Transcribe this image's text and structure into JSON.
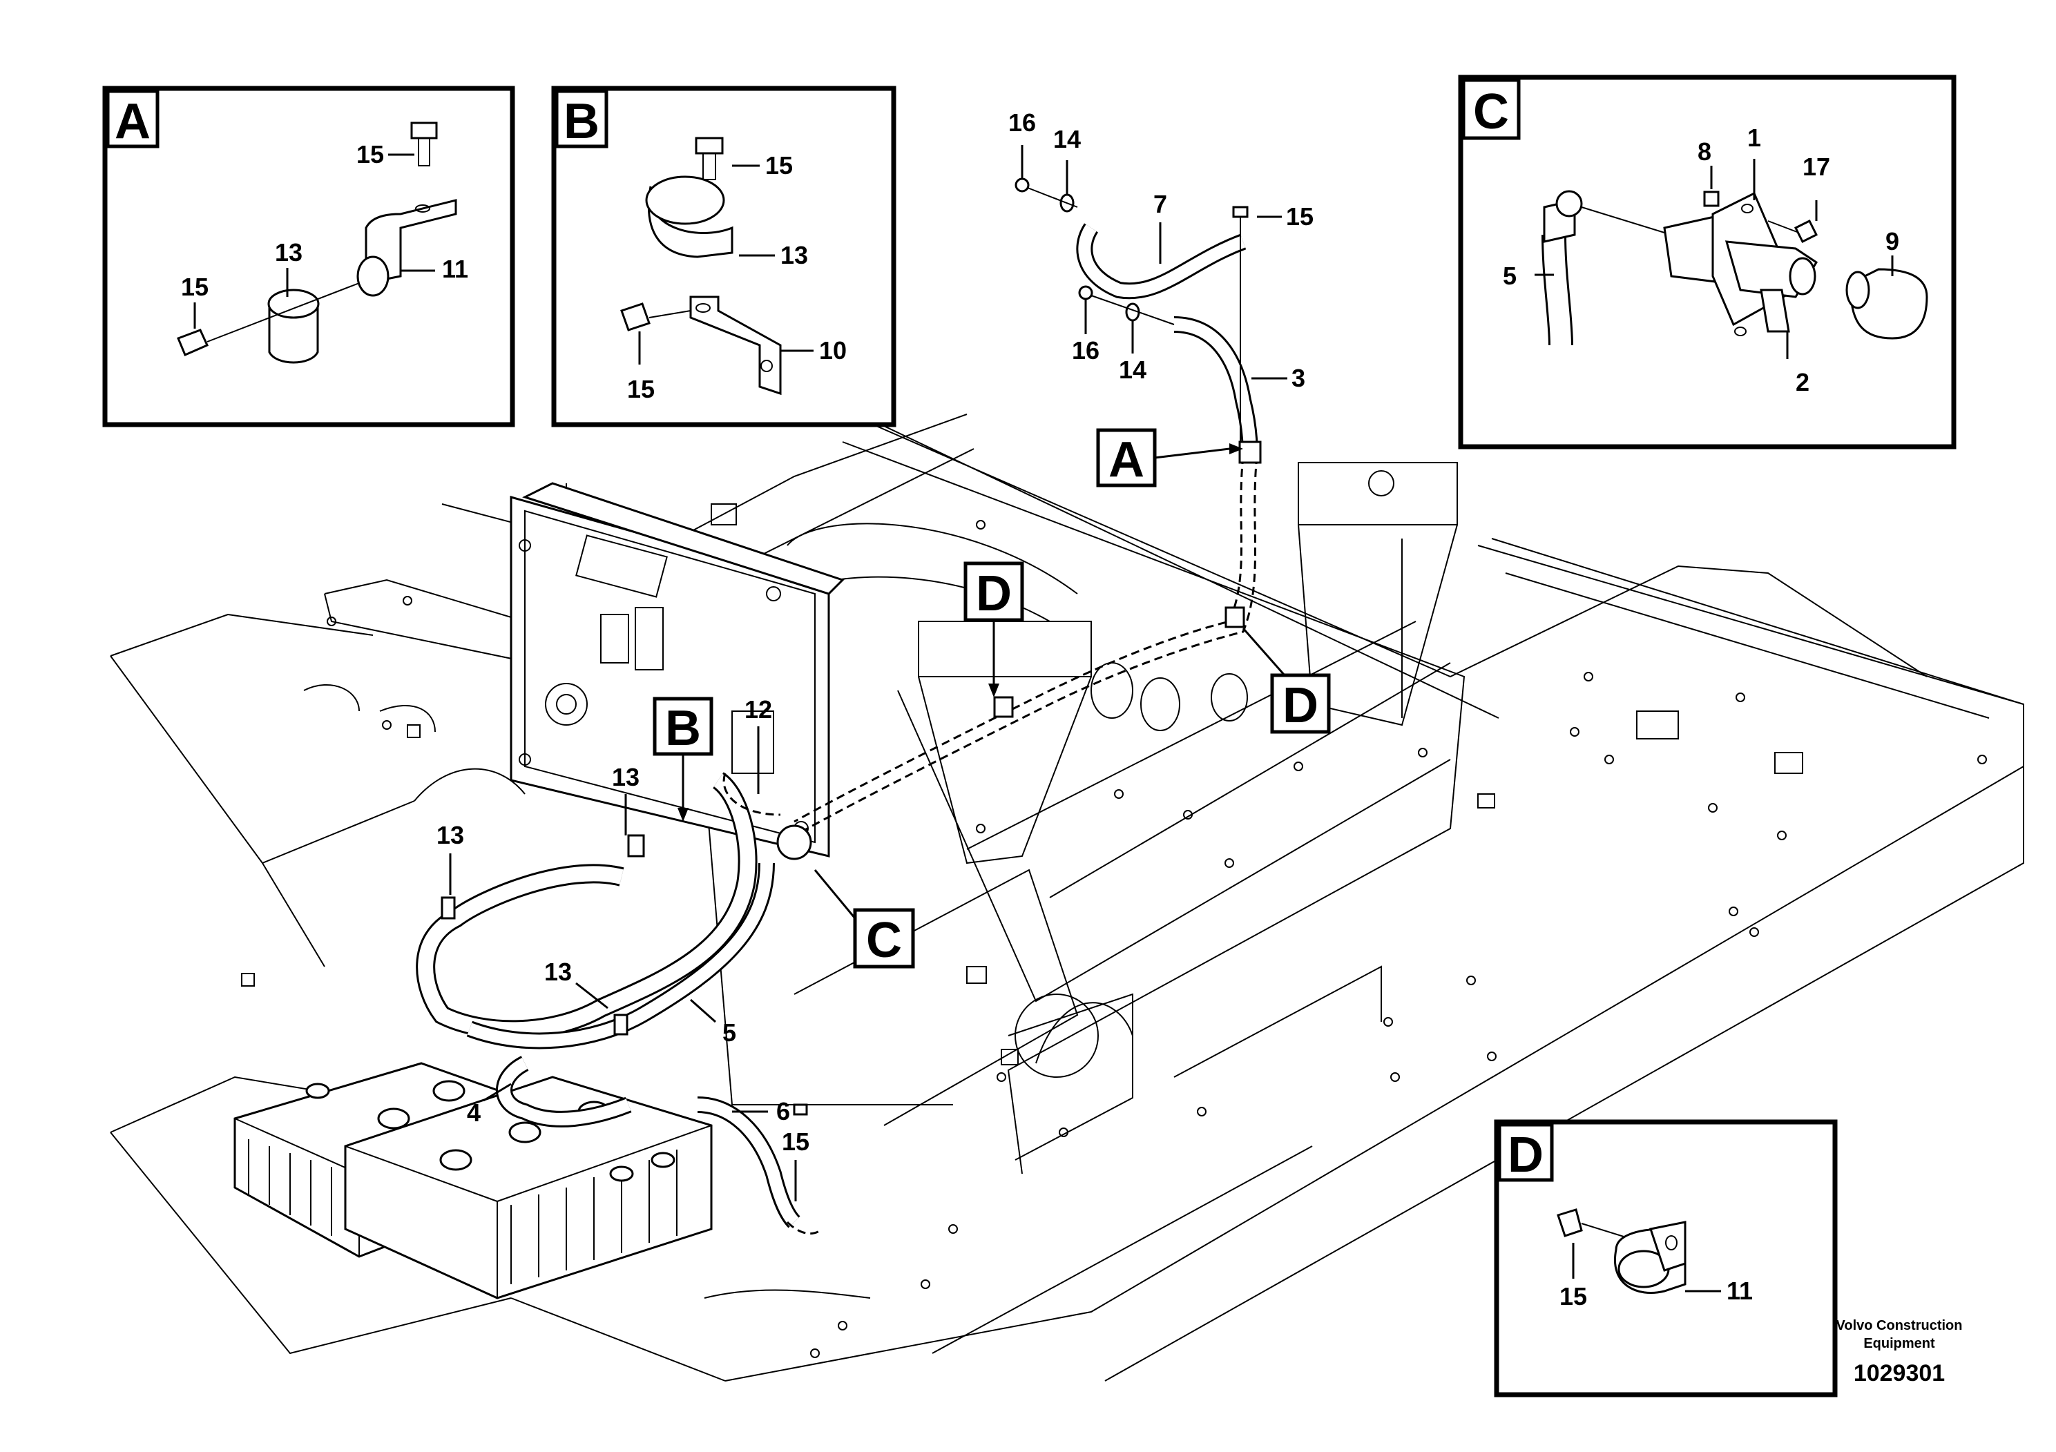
{
  "drawing": {
    "callouts": {
      "A": "A",
      "B": "B",
      "C": "C",
      "D": "D"
    },
    "detail_A": {
      "tag": "A",
      "labels": [
        "15",
        "13",
        "11",
        "15"
      ]
    },
    "detail_B": {
      "tag": "B",
      "labels": [
        "15",
        "13",
        "10",
        "15"
      ]
    },
    "detail_C": {
      "tag": "C",
      "labels": [
        "8",
        "1",
        "17",
        "5",
        "9",
        "2"
      ]
    },
    "detail_D": {
      "tag": "D",
      "labels": [
        "15",
        "11"
      ]
    },
    "main_labels": [
      "16",
      "14",
      "7",
      "15",
      "16",
      "14",
      "3",
      "12",
      "13",
      "13",
      "13",
      "5",
      "4",
      "6",
      "15"
    ],
    "brand_line1": "Volvo Construction",
    "brand_line2": "Equipment",
    "part_number": "1029301"
  },
  "colors": {
    "line": "#000000",
    "background": "#ffffff"
  }
}
